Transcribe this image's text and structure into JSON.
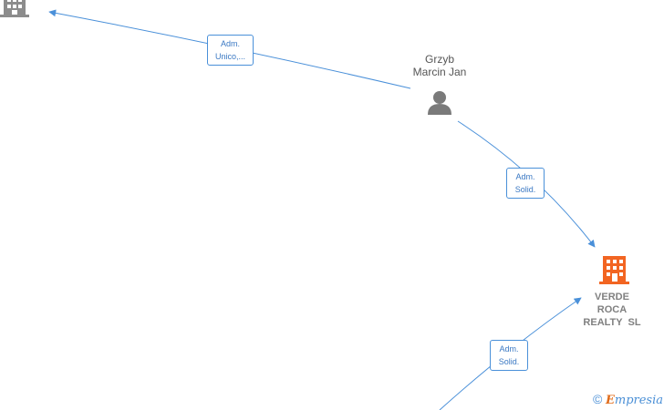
{
  "colors": {
    "edge": "#4a90d9",
    "company_main": "#f26522",
    "company_other": "#8c8c8c",
    "person": "#7a7a7a"
  },
  "nodes": {
    "person": {
      "line1": "Grzyb",
      "line2": "Marcin Jan",
      "icon": "person-icon"
    },
    "company_main": {
      "line1": "VERDE",
      "line2": "ROCA",
      "line3": "REALTY  SL",
      "icon": "building-icon"
    },
    "company_other": {
      "icon": "building-icon"
    }
  },
  "edges": [
    {
      "line1": "Adm.",
      "line2": "Unico,..."
    },
    {
      "line1": "Adm.",
      "line2": "Solid."
    },
    {
      "line1": "Adm.",
      "line2": "Solid."
    }
  ],
  "brand": {
    "copyright": "©",
    "e": "E",
    "rest": "mpresia"
  }
}
